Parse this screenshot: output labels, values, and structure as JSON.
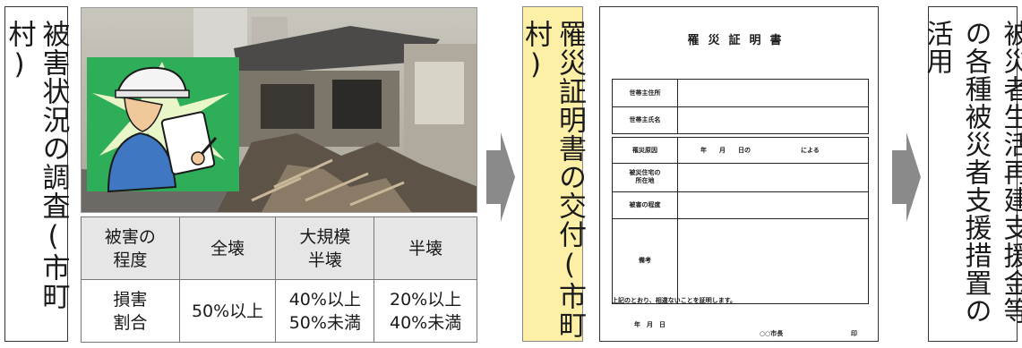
{
  "step1": {
    "label": "被害状況の調査(市町村)"
  },
  "damage_table": {
    "headers": [
      "被害の\n程度",
      "全壊",
      "大規模\n半壊",
      "半壊"
    ],
    "row_header": "損害\n割合",
    "values": [
      "50%以上",
      "40%以上\n50%未満",
      "20%以上\n40%未満"
    ]
  },
  "step2": {
    "label": "罹災証明書の交付(市町村)"
  },
  "certificate": {
    "title": "罹災証明書",
    "fields": [
      "世帯主住所",
      "世帯主氏名",
      "罹災原因",
      "被災住宅の\n所在地",
      "被害の程度",
      "備考"
    ],
    "cause_text": "年　　月　　日の　　　　　　　　による",
    "statement": "上記のとおり、相違ないことを証明します。",
    "date_line": "年　月　日",
    "issuer": "○○市長",
    "seal": "印"
  },
  "step3": {
    "label": "被災者生活再建支援金等の各種被災者支援措置の活用"
  },
  "colors": {
    "highlight": "#fdf0a6",
    "arrow": "#8a8a8a",
    "table_header": "#e6e6e6"
  }
}
